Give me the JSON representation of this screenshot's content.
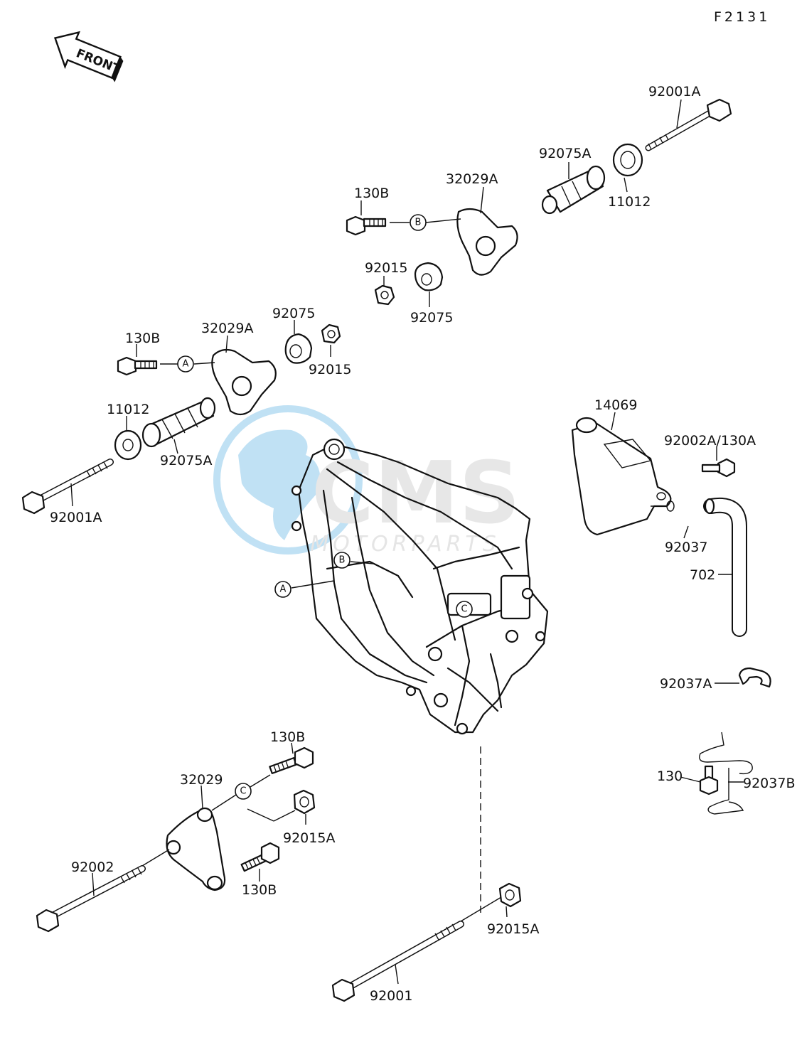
{
  "figure_code": "F2131",
  "front_label": "FRONT",
  "watermark": {
    "brand": "MOTORPARTS",
    "logo": "CMS"
  },
  "callouts": {
    "a": "A",
    "b": "B",
    "c": "C"
  },
  "labels": {
    "bolt_130b_top": "130B",
    "bracket_32029a_top": "32029A",
    "nut_92015_top": "92015",
    "collar_92075_mid": "92075",
    "bolt_92001a_top": "92001A",
    "bushing_92075a_top": "92075A",
    "collar_11012_top": "11012",
    "bolt_130b_mid": "130B",
    "bracket_32029a_mid": "32029A",
    "collar_92075_upper": "92075",
    "nut_92015_mid": "92015",
    "collar_11012_left": "11012",
    "bushing_92075a_left": "92075A",
    "bolt_92001a_left": "92001A",
    "tank_14069": "14069",
    "bolt_92002a_130a": "92002A/130A",
    "clamp_92037": "92037",
    "hose_702": "702",
    "clamp_92037a": "92037A",
    "bolt_130_right": "130",
    "clamp_92037b": "92037B",
    "bolt_130b_lower": "130B",
    "bracket_32029": "32029",
    "nut_92015a_lower": "92015A",
    "bolt_92002": "92002",
    "bolt_130b_bottom": "130B",
    "nut_92015a_right": "92015A",
    "bolt_92001": "92001"
  }
}
